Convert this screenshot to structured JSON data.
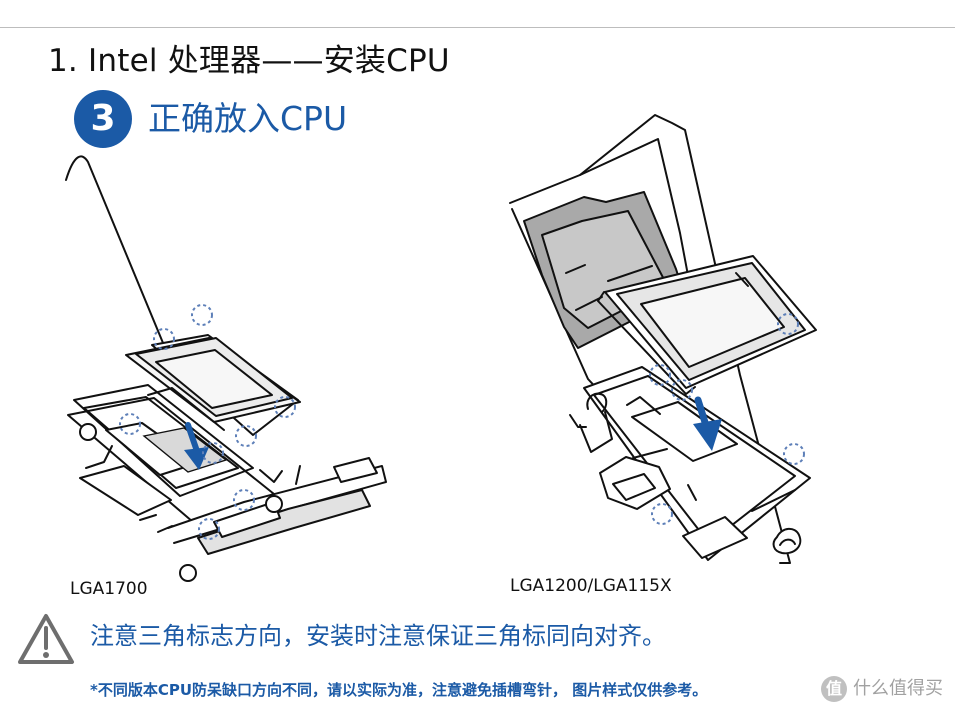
{
  "page_title": "1. Intel 处理器——安装CPU",
  "step": {
    "number": "3",
    "title": "正确放入CPU"
  },
  "socket_labels": {
    "left": "LGA1700",
    "right": "LGA1200/LGA115X"
  },
  "warning": {
    "icon_name": "warning-triangle-icon",
    "text": "注意三角标志方向，安装时注意保证三角标同向对齐。"
  },
  "footnote": "*不同版本CPU防呆缺口方向不同，请以实际为准，注意避免插槽弯针， 图片样式仅供参考。",
  "watermark": {
    "badge": "值",
    "text": "什么值得买"
  },
  "colors": {
    "blue": "#1b5aa6",
    "gray": "#9d9d9d",
    "light_gray": "#d9d9d9",
    "mid_gray": "#a9a9a9",
    "dark_gray": "#6e6e6e"
  }
}
